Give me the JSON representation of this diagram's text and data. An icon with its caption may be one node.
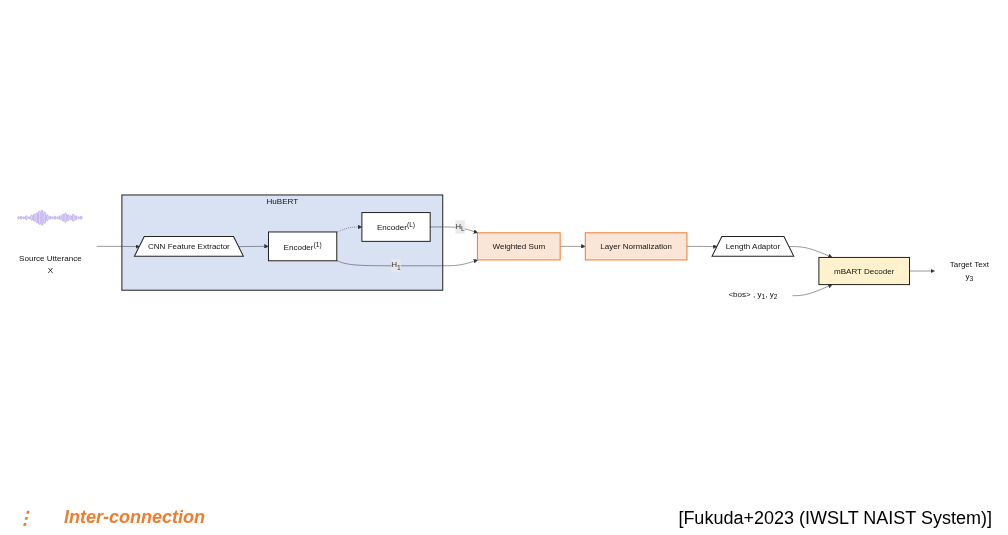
{
  "diagram": {
    "caption": "[Fukuda+2023 (IWSLT NAIST System)]",
    "nodes": [
      {
        "text": [
          "HuBERT"
        ]
      },
      {
        "text": [
          "Encoder$^{(L)}$"
        ],
        "in": 0
      },
      {
        "text": [
          "Encoder$^{(1)}$"
        ],
        "in": 0
      },
      {
        "text": [
          "CNN Feature Extractor"
        ],
        "in": 0
      },
      {
        "text": [],
        "shape": "picture",
        "beside": [
          "Source Utterance",
          "X"
        ]
      },
      {
        "text": [
          "Length Adaptor"
        ]
      },
      {
        "text": [
          "Layer Normalization"
        ]
      },
      {
        "text": [
          "Weighted Sum"
        ]
      },
      {
        "text": [
          "mBART Decoder"
        ]
      },
      {
        "text": [
          "Target Text",
          "y$_{3}$"
        ]
      },
      {
        "text": [
          "<bos> , y$_{1}$, y$_{2}$"
        ]
      }
    ],
    "edges": [
      {
        "from": 4,
        "to": 3,
        "arrow": "to"
      },
      {
        "from": 3,
        "to": 2,
        "arrow": "to"
      },
      {
        "from": 2,
        "to": 1,
        "arrow": "to",
        "style": "dashed"
      },
      {
        "from": 1,
        "to": 7,
        "arrow": "to",
        "label": "H$_{L}$"
      },
      {
        "from": 2,
        "to": 7,
        "arrow": "to",
        "label": "H$_{1}$"
      },
      {
        "from": 7,
        "to": 6,
        "arrow": "to"
      },
      {
        "from": 6,
        "to": 5,
        "arrow": "to"
      },
      {
        "from": 5,
        "to": 8,
        "arrow": "to"
      },
      {
        "from": 8,
        "to": 9,
        "arrow": "to"
      },
      {
        "from": 10,
        "to": 8,
        "arrow": "to"
      }
    ],
    "labels": [
      "⋮",
      "Inter-connection"
    ]
  }
}
